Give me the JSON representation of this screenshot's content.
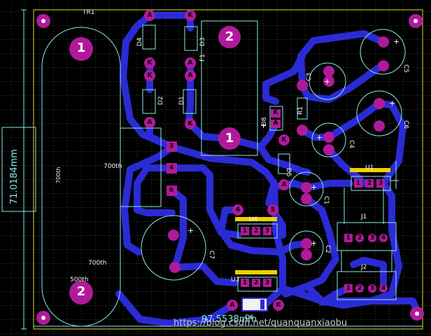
{
  "board": {
    "background": "#000000",
    "grid_color": "#3a4a3a",
    "trace_color": "#2b2bd6",
    "pad_color": "#b01a9a",
    "silk_color": "#8fe8e8",
    "dimension_color": "#7fe8e8"
  },
  "components": {
    "tr1": "TR1",
    "d4": "D4",
    "d3": "D3",
    "f1": "F1",
    "d2": "D2",
    "d1": "D1",
    "c3": "C3",
    "c5": "C5",
    "d8": "D8",
    "r1": "R1",
    "c6": "C6",
    "c4": "C4",
    "d5": "D5",
    "u1": "U1",
    "c1": "C1",
    "j1": "J1",
    "u6": "U6",
    "c2": "C2",
    "c7": "C7",
    "j2": "J2",
    "u3": "U3",
    "d6": "D6",
    "text_700th_a": "700th",
    "text_700th_b": "700th",
    "text_500th": "500th"
  },
  "pad_text": {
    "one": "1",
    "two": "2",
    "three": "3",
    "four": "4",
    "five": "5",
    "six": "6",
    "a": "A",
    "k": "K",
    "plus": "+"
  },
  "dimensions": {
    "vertical": "71.0184mm",
    "horizontal": "97.5538mm"
  },
  "watermark": "https://blog.csdn.net/quanquanxiaobu"
}
